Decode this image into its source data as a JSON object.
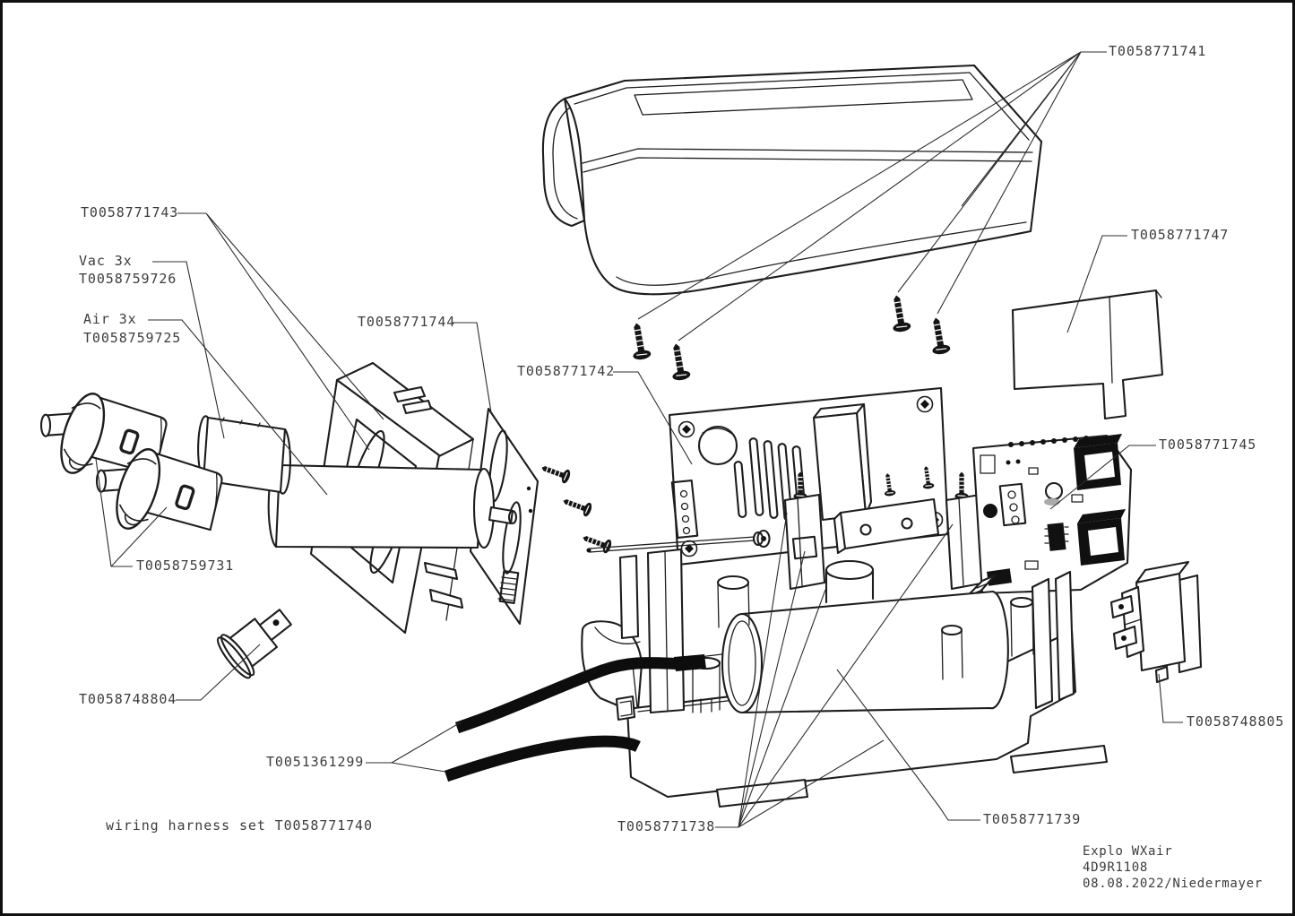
{
  "drawing": {
    "kind": "exploded-parts-diagram",
    "background": "#ffffff",
    "line_color": "#1d1d1d",
    "labels": {
      "cover_screws": "T0058771741",
      "front_bezel": "T0058771743",
      "vac_qty": "Vac 3x",
      "vac_part": "T0058759726",
      "air_qty": "Air 3x",
      "air_part": "T0058759725",
      "adapter_plate": "T0058771744",
      "mount_plate": "T0058771742",
      "rear_bracket": "T0058771747",
      "pcb": "T0058771745",
      "port_fittings": "T0058759731",
      "power_plug": "T0058748804",
      "cables": "T0051361299",
      "wiring_note": "wiring harness set T0058771740",
      "standoffs": "T0058771738",
      "pump_housing": "T0058771739",
      "power_switch": "T0058748805"
    },
    "title_block": {
      "product": "Explo WXair",
      "drawing_code": "4D9R1108",
      "date_author": "08.08.2022/Niedermayer"
    }
  }
}
